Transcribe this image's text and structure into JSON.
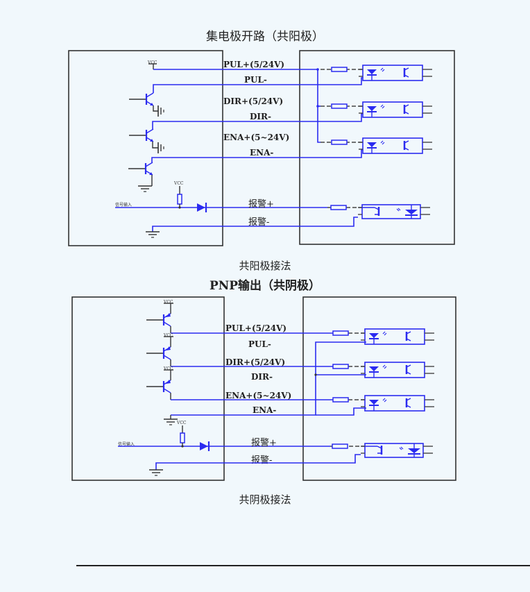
{
  "diagram1": {
    "title": "集电极开路（共阳极）",
    "caption": "共阳极接法",
    "vcc_label": "VCC",
    "signal_input_label": "信号输入",
    "signals": [
      "PUL+(5/24V)",
      "PUL-",
      "DIR+(5/24V)",
      "DIR-",
      "ENA+(5~24V)",
      "ENA-"
    ],
    "alarm_plus": "报警+",
    "alarm_minus": "报警-"
  },
  "diagram2": {
    "title": "PNP输出（共阴极）",
    "caption": "共阴极接法",
    "vcc_label": "VCC",
    "signal_input_label": "信号输入",
    "signals": [
      "PUL+(5/24V)",
      "PUL-",
      "DIR+(5/24V)",
      "DIR-",
      "ENA+(5~24V)",
      "ENA-"
    ],
    "alarm_plus": "报警+",
    "alarm_minus": "报警-"
  },
  "colors": {
    "wire": "#2b2bf0",
    "outline": "#333333",
    "background": "#f1f8fc"
  }
}
